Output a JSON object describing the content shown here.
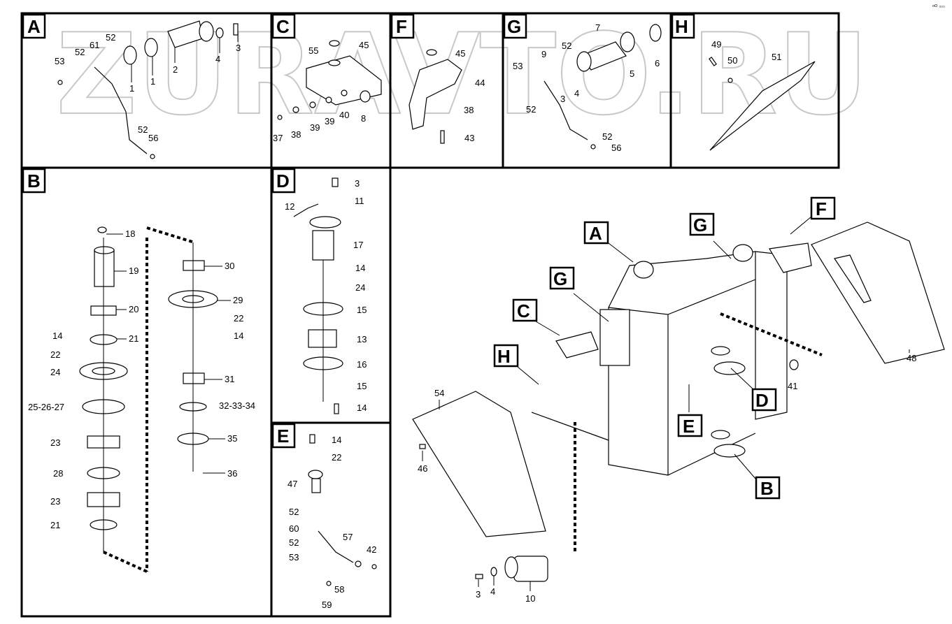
{
  "watermark": "ZURAVTO.RU",
  "corner_mark": "ᵒᴼ ▫▫▫",
  "sections": {
    "A": "A",
    "B": "B",
    "C": "C",
    "D": "D",
    "E": "E",
    "F": "F",
    "G": "G",
    "H": "H"
  },
  "callouts": {
    "A": [
      "1",
      "1",
      "2",
      "3",
      "4",
      "52",
      "52",
      "53",
      "61",
      "52",
      "56"
    ],
    "B": [
      "18",
      "19",
      "20",
      "21",
      "14",
      "22",
      "24",
      "25-26-27",
      "23",
      "28",
      "23",
      "21",
      "30",
      "29",
      "22",
      "14",
      "31",
      "32-33-34",
      "35",
      "36"
    ],
    "C": [
      "55",
      "45",
      "8",
      "40",
      "39",
      "39",
      "38",
      "37"
    ],
    "D": [
      "3",
      "11",
      "12",
      "17",
      "14",
      "24",
      "15",
      "13",
      "16",
      "15",
      "14"
    ],
    "E": [
      "14",
      "22",
      "47",
      "52",
      "60",
      "52",
      "53",
      "57",
      "42",
      "58",
      "59"
    ],
    "F": [
      "45",
      "44",
      "38",
      "43"
    ],
    "G": [
      "7",
      "6",
      "5",
      "4",
      "3",
      "52",
      "9",
      "53",
      "52",
      "52",
      "56"
    ],
    "H": [
      "49",
      "50",
      "51"
    ],
    "main": [
      "54",
      "46",
      "41",
      "48",
      "3",
      "4",
      "10"
    ]
  }
}
